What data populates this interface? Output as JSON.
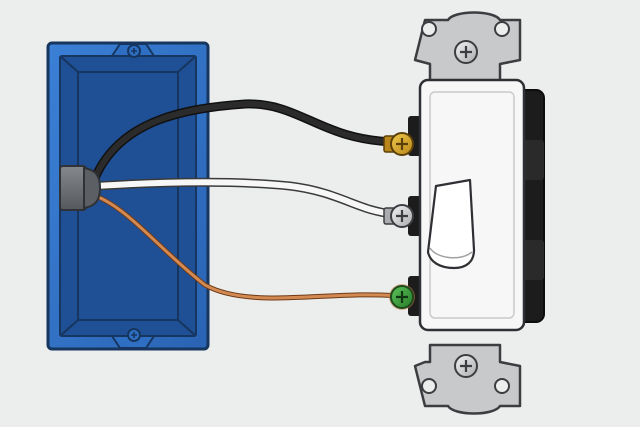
{
  "illustration": {
    "subject": "single-pole-switch-wiring",
    "components": [
      {
        "id": "electrical-box",
        "color": "#2e6fc4",
        "dark": "#1f4f95"
      },
      {
        "id": "cable-clamp",
        "color": "#6b6f73"
      },
      {
        "id": "switch",
        "body": "#1c1c1c",
        "face": "#f7f7f7",
        "strap": "#c8c9ca"
      }
    ],
    "wires": [
      {
        "id": "hot-wire",
        "color": "#1e1e1e",
        "terminal": "brass-terminal-screw"
      },
      {
        "id": "neutral-wire",
        "color": "#f4f4f4",
        "terminal": "silver-terminal-screw"
      },
      {
        "id": "ground-wire",
        "color": "#c4763f",
        "terminal": "green-ground-screw"
      }
    ],
    "screws": {
      "brass": "#d6a623",
      "silver": "#c9cbcc",
      "green": "#3a9a3a",
      "mounting": "#b9bbbd"
    },
    "background": "#eceeed"
  }
}
